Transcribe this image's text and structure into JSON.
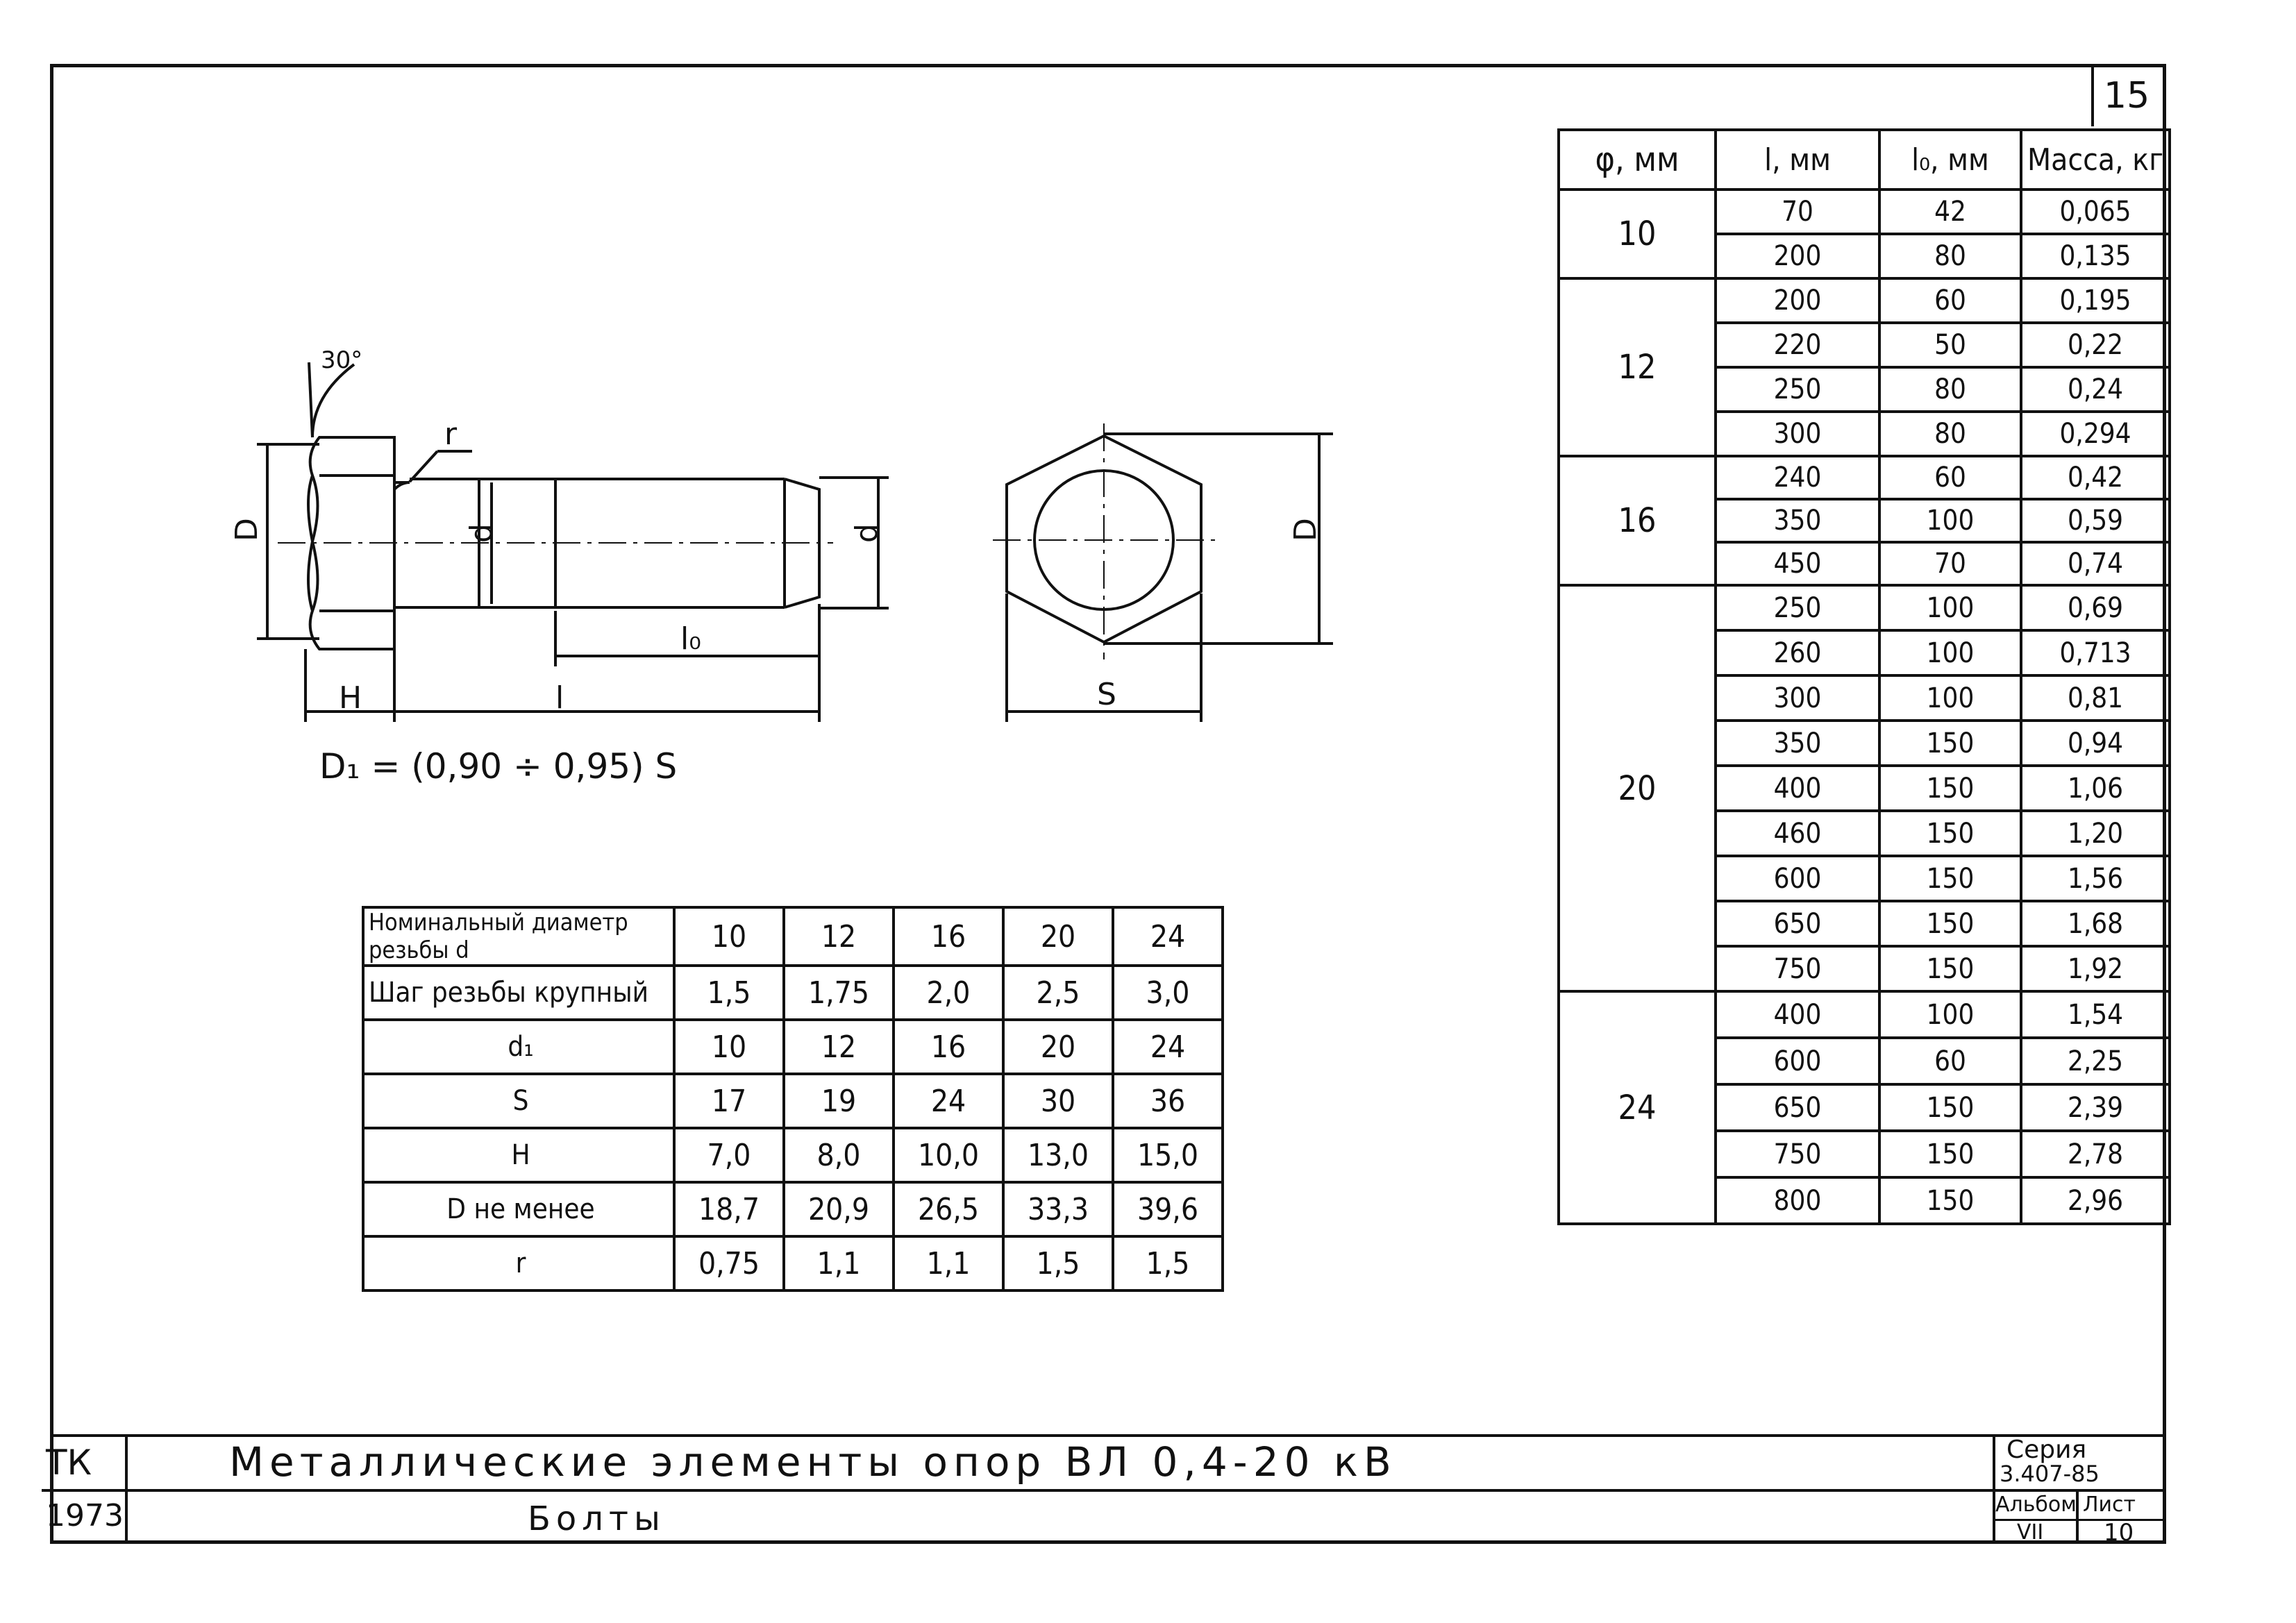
{
  "sheet_number": "15",
  "drawing": {
    "labels": {
      "angle": "30°",
      "r": "r",
      "D": "D",
      "d_shank": "d",
      "d_thread": "d",
      "l0": "l₀",
      "H": "H",
      "l": "l",
      "D_hex": "D",
      "S": "S"
    },
    "formula": "D₁ = (0,90 ÷ 0,95) S"
  },
  "thread_table": {
    "rows": [
      {
        "label": "Номинальный диаметр резьбы d",
        "values": [
          "10",
          "12",
          "16",
          "20",
          "24"
        ]
      },
      {
        "label": "Шаг резьбы крупный",
        "values": [
          "1,5",
          "1,75",
          "2,0",
          "2,5",
          "3,0"
        ]
      },
      {
        "label": "d₁",
        "values": [
          "10",
          "12",
          "16",
          "20",
          "24"
        ]
      },
      {
        "label": "S",
        "values": [
          "17",
          "19",
          "24",
          "30",
          "36"
        ]
      },
      {
        "label": "H",
        "values": [
          "7,0",
          "8,0",
          "10,0",
          "13,0",
          "15,0"
        ]
      },
      {
        "label": "D не менее",
        "values": [
          "18,7",
          "20,9",
          "26,5",
          "33,3",
          "39,6"
        ]
      },
      {
        "label": "r",
        "values": [
          "0,75",
          "1,1",
          "1,1",
          "1,5",
          "1,5"
        ]
      }
    ]
  },
  "mass_table": {
    "headers": [
      "φ, мм",
      "l, мм",
      "l₀, мм",
      "Масса, кг"
    ],
    "groups": [
      {
        "phi": "10",
        "rows": [
          [
            "70",
            "42",
            "0,065"
          ],
          [
            "200",
            "80",
            "0,135"
          ]
        ]
      },
      {
        "phi": "12",
        "rows": [
          [
            "200",
            "60",
            "0,195"
          ],
          [
            "220",
            "50",
            "0,22"
          ],
          [
            "250",
            "80",
            "0,24"
          ],
          [
            "300",
            "80",
            "0,294"
          ]
        ]
      },
      {
        "phi": "16",
        "rows": [
          [
            "240",
            "60",
            "0,42"
          ],
          [
            "350",
            "100",
            "0,59"
          ],
          [
            "450",
            "70",
            "0,74"
          ]
        ]
      },
      {
        "phi": "20",
        "rows": [
          [
            "250",
            "100",
            "0,69"
          ],
          [
            "260",
            "100",
            "0,713"
          ],
          [
            "300",
            "100",
            "0,81"
          ],
          [
            "350",
            "150",
            "0,94"
          ],
          [
            "400",
            "150",
            "1,06"
          ],
          [
            "460",
            "150",
            "1,20"
          ],
          [
            "600",
            "150",
            "1,56"
          ],
          [
            "650",
            "150",
            "1,68"
          ],
          [
            "750",
            "150",
            "1,92"
          ]
        ]
      },
      {
        "phi": "24",
        "rows": [
          [
            "400",
            "100",
            "1,54"
          ],
          [
            "600",
            "60",
            "2,25"
          ],
          [
            "650",
            "150",
            "2,39"
          ],
          [
            "750",
            "150",
            "2,78"
          ],
          [
            "800",
            "150",
            "2,96"
          ]
        ]
      }
    ]
  },
  "title_block": {
    "org": "ТК",
    "year": "1973",
    "title": "Металлические элементы опор ВЛ 0,4-20 кВ",
    "subtitle": "Болты",
    "series_label": "Серия",
    "series_value": "3.407-85",
    "album_label": "Альбом",
    "album_value": "VII",
    "sheet_label": "Лист",
    "sheet_value": "10"
  }
}
